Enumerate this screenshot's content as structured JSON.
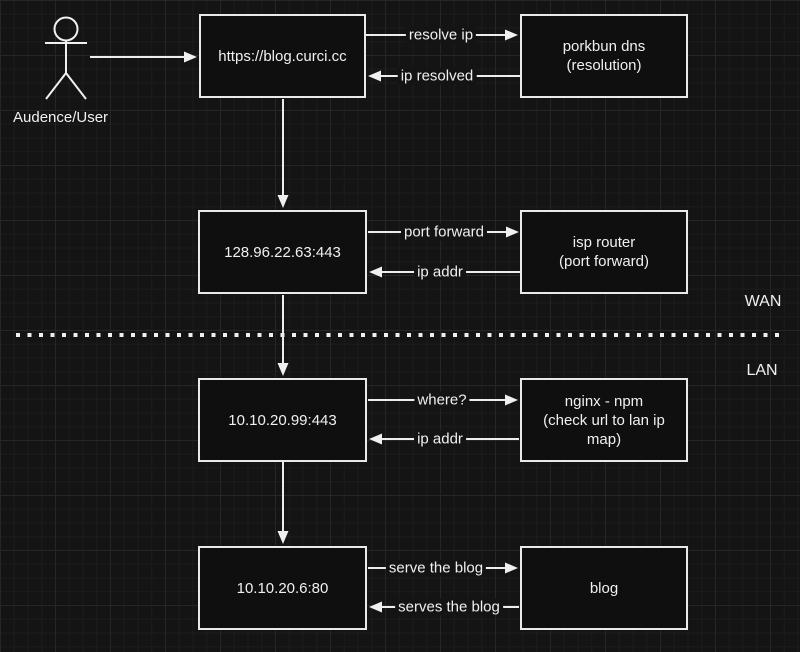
{
  "colors": {
    "background": "#141414",
    "stroke": "#f0f0f0",
    "box_fill": "#0f0f0f",
    "box_border": "#e9e9e9"
  },
  "actor": {
    "label": "Audence/User"
  },
  "nodes": [
    {
      "id": "url",
      "label": "https://blog.curci.cc"
    },
    {
      "id": "wan-ip",
      "label": "128.96.22.63:443"
    },
    {
      "id": "lan-proxy",
      "label": "10.10.20.99:443"
    },
    {
      "id": "lan-web",
      "label": "10.10.20.6:80"
    }
  ],
  "services": [
    {
      "id": "dns",
      "label": "porkbun dns\n(resolution)"
    },
    {
      "id": "isp-router",
      "label": "isp router\n(port forward)"
    },
    {
      "id": "nginx-npm",
      "label": "nginx - npm\n(check url to lan ip\nmap)"
    },
    {
      "id": "blog",
      "label": "blog"
    }
  ],
  "edges": [
    {
      "from": "user",
      "to": "url",
      "label": ""
    },
    {
      "from": "url",
      "to": "dns",
      "label": "resolve ip"
    },
    {
      "from": "dns",
      "to": "url",
      "label": "ip resolved"
    },
    {
      "from": "url",
      "to": "wan-ip",
      "label": ""
    },
    {
      "from": "wan-ip",
      "to": "isp-router",
      "label": "port forward"
    },
    {
      "from": "isp-router",
      "to": "wan-ip",
      "label": "ip addr"
    },
    {
      "from": "wan-ip",
      "to": "lan-proxy",
      "label": ""
    },
    {
      "from": "lan-proxy",
      "to": "nginx-npm",
      "label": "where?"
    },
    {
      "from": "nginx-npm",
      "to": "lan-proxy",
      "label": "ip addr"
    },
    {
      "from": "lan-proxy",
      "to": "lan-web",
      "label": ""
    },
    {
      "from": "lan-web",
      "to": "blog",
      "label": "serve the blog"
    },
    {
      "from": "blog",
      "to": "lan-web",
      "label": "serves the blog"
    }
  ],
  "zones": {
    "wan": "WAN",
    "lan": "LAN"
  }
}
